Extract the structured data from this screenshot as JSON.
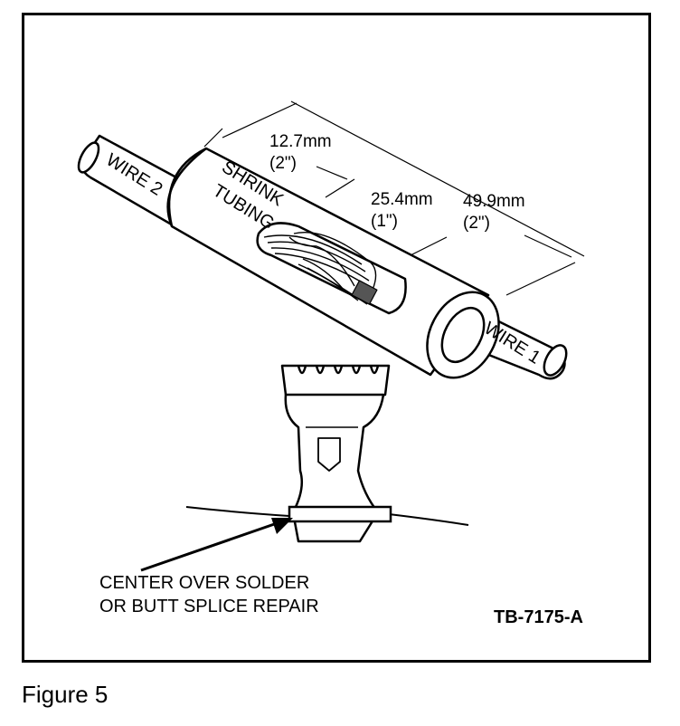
{
  "figure": {
    "caption": "Figure 5",
    "code": "TB-7175-A"
  },
  "labels": {
    "wire1": "WIRE 1",
    "wire2": "WIRE 2",
    "shrink": "SHRINK",
    "tubing": "TUBING",
    "dim1_mm": "12.7mm",
    "dim1_in": "(2\")",
    "dim2_mm": "25.4mm",
    "dim2_in": "(1\")",
    "dim3_mm": "49.9mm",
    "dim3_in": "(2\")",
    "instruction_line1": "CENTER OVER SOLDER",
    "instruction_line2": "OR BUTT SPLICE REPAIR"
  }
}
